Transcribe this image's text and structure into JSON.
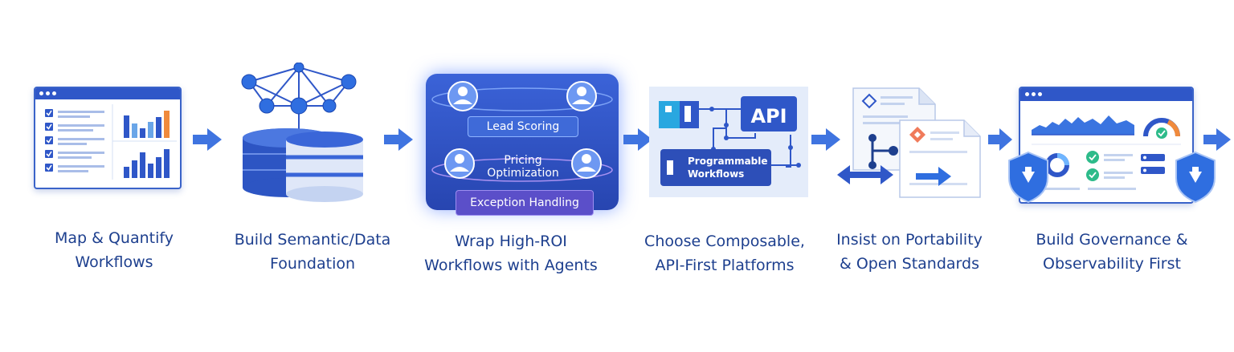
{
  "steps": [
    {
      "caption_line1": "Map & Quantify",
      "caption_line2": "Workflows"
    },
    {
      "caption_line1": "Build Semantic/Data",
      "caption_line2": "Foundation"
    },
    {
      "caption_line1": "Wrap High-ROI",
      "caption_line2": "Workflows with Agents",
      "labels": {
        "lead": "Lead Scoring",
        "pricing1": "Pricing",
        "pricing2": "Optimization",
        "exception": "Exception Handling"
      }
    },
    {
      "caption_line1": "Choose Composable,",
      "caption_line2": "API-First Platforms",
      "labels": {
        "api": "API",
        "prog1": "Programmable",
        "prog2": "Workflows"
      }
    },
    {
      "caption_line1": "Insist on Portability",
      "caption_line2": "& Open Standards"
    },
    {
      "caption_line1": "Build Governance &",
      "caption_line2": "Observability First"
    }
  ],
  "colors": {
    "primary": "#2f57c8",
    "caption": "#1d3f8e",
    "accent_orange": "#f08a3c",
    "accent_green": "#2dbb8a",
    "arrow": "#3f74e0"
  }
}
